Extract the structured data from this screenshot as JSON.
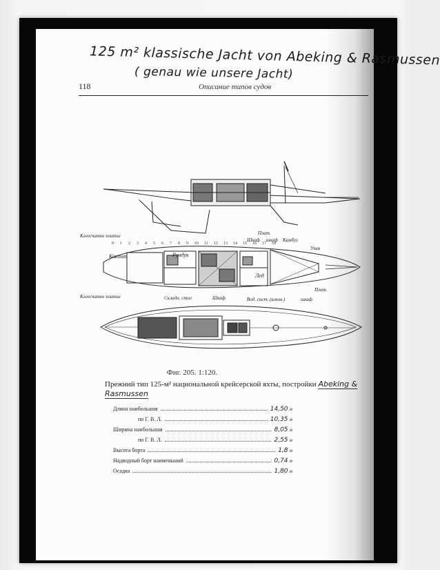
{
  "handwritten_note": {
    "line1": "125 m² klassische Jacht von Abeking & Rasmussen",
    "line2": "( genau wie unsere Jacht)"
  },
  "running_head": {
    "page_number": "118",
    "title": "Описание типов судов"
  },
  "figure_labels": {
    "klesch_top": "Клеесчатое платье",
    "plat_top": "Плат.",
    "shkaf_left": "Шкаф",
    "shkaf_right": "шкаф",
    "kambuz": "Камбуз",
    "ukhan": "Ухан",
    "kokpit": "Кокпит",
    "rundyk": "Рундук",
    "led": "Лед",
    "klesch_bottom": "Клеесчатое платье",
    "plat_bottom": "Плат.",
    "skladn_stol": "Складн. стол",
    "shkaf_bottom": "Шкаф",
    "vod_sist": "Вод. сист. (алюм.)",
    "shkaf_bottom2": "шкаф",
    "frame_numbers": [
      "0",
      "1",
      "2",
      "3",
      "4",
      "5",
      "6",
      "7",
      "8",
      "9",
      "10",
      "11",
      "12",
      "13",
      "14",
      "15",
      "16",
      "17",
      "18"
    ]
  },
  "figure_caption": "Фиг. 205. 1:120.",
  "caption": {
    "text": "Прежний тип 125-м² национальной крейсерской яхты, постройки",
    "handwritten": "Abeking & Rasmussen"
  },
  "specs": [
    {
      "label": "Длина наибольшая",
      "value": "14,50",
      "unit": "м"
    },
    {
      "label": "по Г. В. Л.",
      "value": "10,35",
      "unit": "м"
    },
    {
      "label": "Ширина наибольшая",
      "value": "8,05",
      "unit": "м"
    },
    {
      "label": "по Г. В. Л.",
      "value": "2,55",
      "unit": "м"
    },
    {
      "label": "Высота борта",
      "value": "1,8",
      "unit": "м"
    },
    {
      "label": "Надводный борт наименьший",
      "value": "0,74",
      "unit": "м"
    },
    {
      "label": "Осадка",
      "value": "1,80",
      "unit": "м"
    }
  ]
}
